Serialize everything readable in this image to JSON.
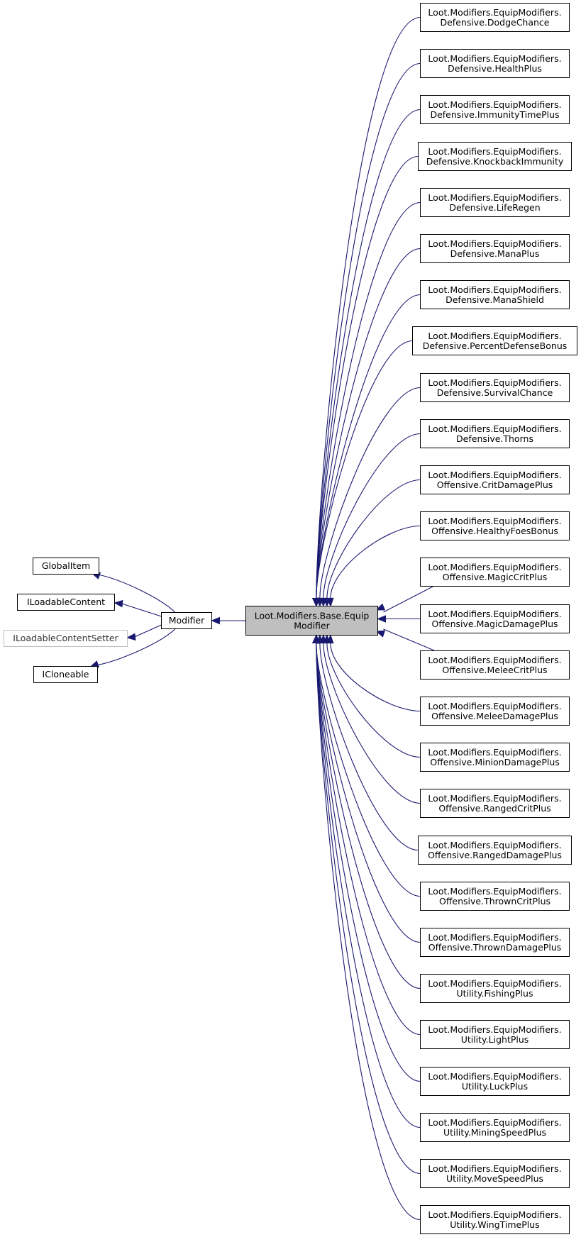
{
  "diagram": {
    "focus_class": {
      "line1": "Loot.Modifiers.Base.Equip",
      "line2": "Modifier"
    },
    "parent_class": {
      "label": "Modifier"
    },
    "interfaces": [
      {
        "label": "GlobalItem",
        "faded": false
      },
      {
        "label": "ILoadableContent",
        "faded": false
      },
      {
        "label": "ILoadableContentSetter",
        "faded": true
      },
      {
        "label": "ICloneable",
        "faded": false
      }
    ],
    "subclasses": [
      {
        "line1": "Loot.Modifiers.EquipModifiers.",
        "line2": "Defensive.DodgeChance"
      },
      {
        "line1": "Loot.Modifiers.EquipModifiers.",
        "line2": "Defensive.HealthPlus"
      },
      {
        "line1": "Loot.Modifiers.EquipModifiers.",
        "line2": "Defensive.ImmunityTimePlus"
      },
      {
        "line1": "Loot.Modifiers.EquipModifiers.",
        "line2": "Defensive.KnockbackImmunity"
      },
      {
        "line1": "Loot.Modifiers.EquipModifiers.",
        "line2": "Defensive.LifeRegen"
      },
      {
        "line1": "Loot.Modifiers.EquipModifiers.",
        "line2": "Defensive.ManaPlus"
      },
      {
        "line1": "Loot.Modifiers.EquipModifiers.",
        "line2": "Defensive.ManaShield"
      },
      {
        "line1": "Loot.Modifiers.EquipModifiers.",
        "line2": "Defensive.PercentDefenseBonus"
      },
      {
        "line1": "Loot.Modifiers.EquipModifiers.",
        "line2": "Defensive.SurvivalChance"
      },
      {
        "line1": "Loot.Modifiers.EquipModifiers.",
        "line2": "Defensive.Thorns"
      },
      {
        "line1": "Loot.Modifiers.EquipModifiers.",
        "line2": "Offensive.CritDamagePlus"
      },
      {
        "line1": "Loot.Modifiers.EquipModifiers.",
        "line2": "Offensive.HealthyFoesBonus"
      },
      {
        "line1": "Loot.Modifiers.EquipModifiers.",
        "line2": "Offensive.MagicCritPlus"
      },
      {
        "line1": "Loot.Modifiers.EquipModifiers.",
        "line2": "Offensive.MagicDamagePlus"
      },
      {
        "line1": "Loot.Modifiers.EquipModifiers.",
        "line2": "Offensive.MeleeCritPlus"
      },
      {
        "line1": "Loot.Modifiers.EquipModifiers.",
        "line2": "Offensive.MeleeDamagePlus"
      },
      {
        "line1": "Loot.Modifiers.EquipModifiers.",
        "line2": "Offensive.MinionDamagePlus"
      },
      {
        "line1": "Loot.Modifiers.EquipModifiers.",
        "line2": "Offensive.RangedCritPlus"
      },
      {
        "line1": "Loot.Modifiers.EquipModifiers.",
        "line2": "Offensive.RangedDamagePlus"
      },
      {
        "line1": "Loot.Modifiers.EquipModifiers.",
        "line2": "Offensive.ThrownCritPlus"
      },
      {
        "line1": "Loot.Modifiers.EquipModifiers.",
        "line2": "Offensive.ThrownDamagePlus"
      },
      {
        "line1": "Loot.Modifiers.EquipModifiers.",
        "line2": "Utility.FishingPlus"
      },
      {
        "line1": "Loot.Modifiers.EquipModifiers.",
        "line2": "Utility.LightPlus"
      },
      {
        "line1": "Loot.Modifiers.EquipModifiers.",
        "line2": "Utility.LuckPlus"
      },
      {
        "line1": "Loot.Modifiers.EquipModifiers.",
        "line2": "Utility.MiningSpeedPlus"
      },
      {
        "line1": "Loot.Modifiers.EquipModifiers.",
        "line2": "Utility.MoveSpeedPlus"
      },
      {
        "line1": "Loot.Modifiers.EquipModifiers.",
        "line2": "Utility.WingTimePlus"
      }
    ],
    "colors": {
      "edge": "#191970",
      "focus_fill": "#bfbfbf",
      "faded_border": "#bfbfbf",
      "node_border": "#000000"
    }
  }
}
